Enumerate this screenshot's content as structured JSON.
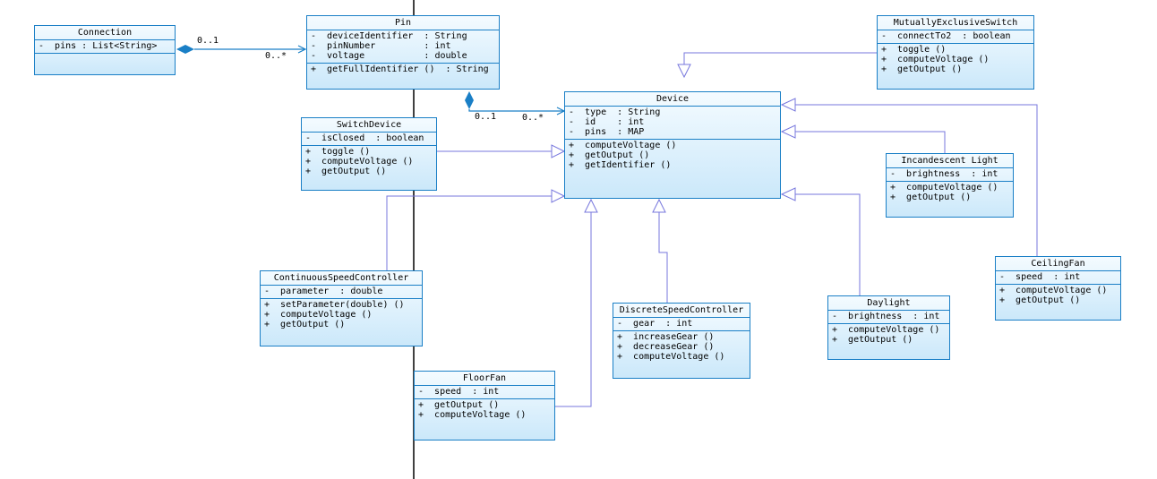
{
  "colors": {
    "border": "#1a7fc6",
    "gradient_top": "#f4fbff",
    "gradient_bottom": "#cbe8fa",
    "inheritance_line": "#7777dd",
    "association_line": "#1a7fc6"
  },
  "classes": {
    "connection": {
      "name": "Connection",
      "attributes": [
        "-  pins : List<String>"
      ],
      "operations": []
    },
    "pin": {
      "name": "Pin",
      "attributes": [
        "-  deviceIdentifier  : String",
        "-  pinNumber         : int",
        "-  voltage           : double"
      ],
      "operations": [
        "+  getFullIdentifier ()  : String"
      ]
    },
    "mutually_exclusive_switch": {
      "name": "MutuallyExclusiveSwitch",
      "attributes": [
        "-  connectTo2  : boolean"
      ],
      "operations": [
        "+  toggle ()",
        "+  computeVoltage ()",
        "+  getOutput ()"
      ]
    },
    "device": {
      "name": "Device",
      "attributes": [
        "-  type  : String",
        "-  id    : int",
        "-  pins  : MAP"
      ],
      "operations": [
        "+  computeVoltage ()",
        "+  getOutput ()",
        "+  getIdentifier ()"
      ]
    },
    "switch_device": {
      "name": "SwitchDevice",
      "attributes": [
        "-  isClosed  : boolean"
      ],
      "operations": [
        "+  toggle ()",
        "+  computeVoltage ()",
        "+  getOutput ()"
      ]
    },
    "incandescent_light": {
      "name": "Incandescent Light",
      "attributes": [
        "-  brightness  : int"
      ],
      "operations": [
        "+  computeVoltage ()",
        "+  getOutput ()"
      ]
    },
    "continuous_speed_controller": {
      "name": "ContinuousSpeedController",
      "attributes": [
        "-  parameter  : double"
      ],
      "operations": [
        "+  setParameter(double) ()",
        "+  computeVoltage ()",
        "+  getOutput ()"
      ]
    },
    "discrete_speed_controller": {
      "name": "DiscreteSpeedController",
      "attributes": [
        "-  gear  : int"
      ],
      "operations": [
        "+  increaseGear ()",
        "+  decreaseGear ()",
        "+  computeVoltage ()"
      ]
    },
    "daylight": {
      "name": "Daylight",
      "attributes": [
        "-  brightness  : int"
      ],
      "operations": [
        "+  computeVoltage ()",
        "+  getOutput ()"
      ]
    },
    "ceiling_fan": {
      "name": "CeilingFan",
      "attributes": [
        "-  speed  : int"
      ],
      "operations": [
        "+  computeVoltage ()",
        "+  getOutput ()"
      ]
    },
    "floor_fan": {
      "name": "FloorFan",
      "attributes": [
        "-  speed  : int"
      ],
      "operations": [
        "+  getOutput ()",
        "+  computeVoltage ()"
      ]
    }
  },
  "multiplicities": {
    "connection_end": "0..1",
    "pin_end": "0..*",
    "pin_device_pin_end": "0..1",
    "pin_device_device_end": "0..*"
  }
}
